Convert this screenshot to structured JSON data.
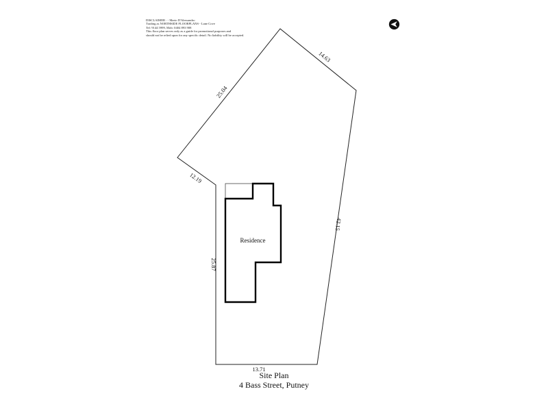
{
  "disclaimer": {
    "lines": [
      "DISCLAIMER :  -  Mario D'Alessandro",
      "Trading as NORTHSIDE FLOORPLANS - Lane Cove",
      "Tel: 9144 5999,  Mob: 0404 893 908",
      "This floor plan serves only as a guide for promotional purposes and",
      "should not be relied upon for any specific detail. No liability will be accepted."
    ]
  },
  "boundary_dimensions": {
    "top_left_edge": "25.04",
    "top_right_edge": "14.63",
    "right_edge": "42.15",
    "left_short_edge": "12.19",
    "left_edge": "25.87",
    "bottom_edge": "13.71"
  },
  "building": {
    "label": "Residence"
  },
  "title": {
    "line1": "Site Plan",
    "line2": "4 Bass Street, Putney"
  },
  "icons": {
    "compass": "north-arrow-icon"
  }
}
